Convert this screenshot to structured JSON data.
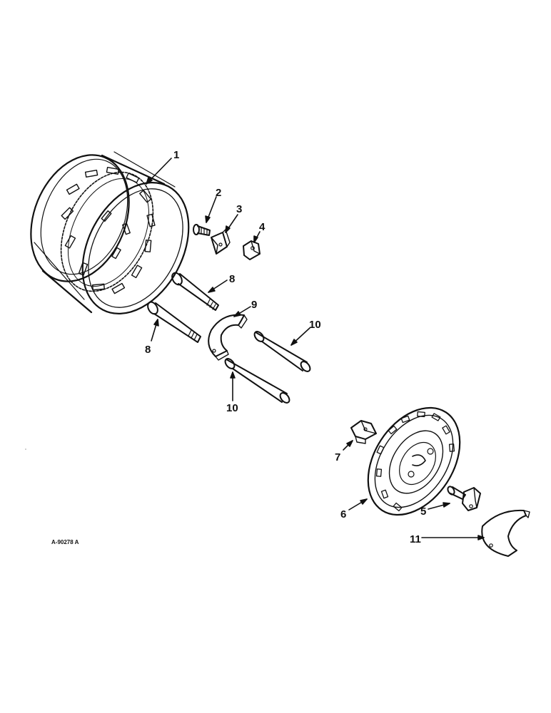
{
  "callouts": [
    {
      "id": "1",
      "label": "1"
    },
    {
      "id": "2",
      "label": "2"
    },
    {
      "id": "3",
      "label": "3"
    },
    {
      "id": "4",
      "label": "4"
    },
    {
      "id": "5",
      "label": "5"
    },
    {
      "id": "6",
      "label": "6"
    },
    {
      "id": "7",
      "label": "7"
    },
    {
      "id": "8a",
      "label": "8"
    },
    {
      "id": "8b",
      "label": "8"
    },
    {
      "id": "9",
      "label": "9"
    },
    {
      "id": "10a",
      "label": "10"
    },
    {
      "id": "10b",
      "label": "10"
    },
    {
      "id": "11",
      "label": "11"
    }
  ],
  "reference_code": "A-90278 A"
}
